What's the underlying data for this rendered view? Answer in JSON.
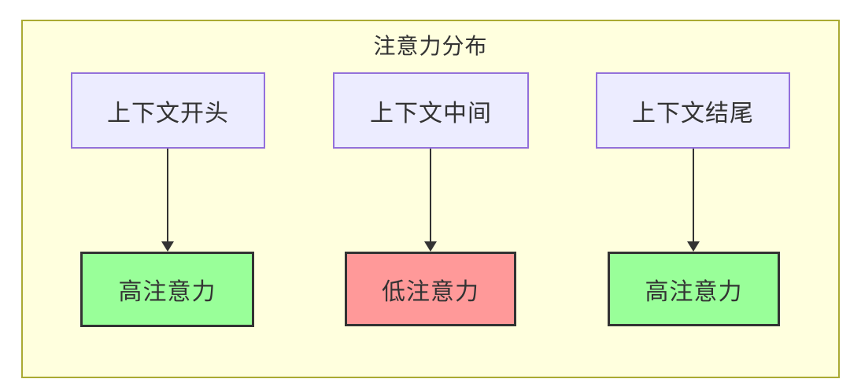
{
  "diagram": {
    "title": "注意力分布",
    "columns": [
      {
        "source": "上下文开头",
        "target": "高注意力",
        "target_type": "high"
      },
      {
        "source": "上下文中间",
        "target": "低注意力",
        "target_type": "low"
      },
      {
        "source": "上下文结尾",
        "target": "高注意力",
        "target_type": "high"
      }
    ],
    "colors": {
      "canvas": "#ffffff",
      "container_fill": "#ffffde",
      "container_border": "#aaaa33",
      "source_fill": "#ececff",
      "source_border": "#9370db",
      "high_fill": "#99ff99",
      "low_fill": "#ff9999",
      "target_border": "#333333",
      "arrow": "#333333",
      "text": "#333333"
    }
  }
}
